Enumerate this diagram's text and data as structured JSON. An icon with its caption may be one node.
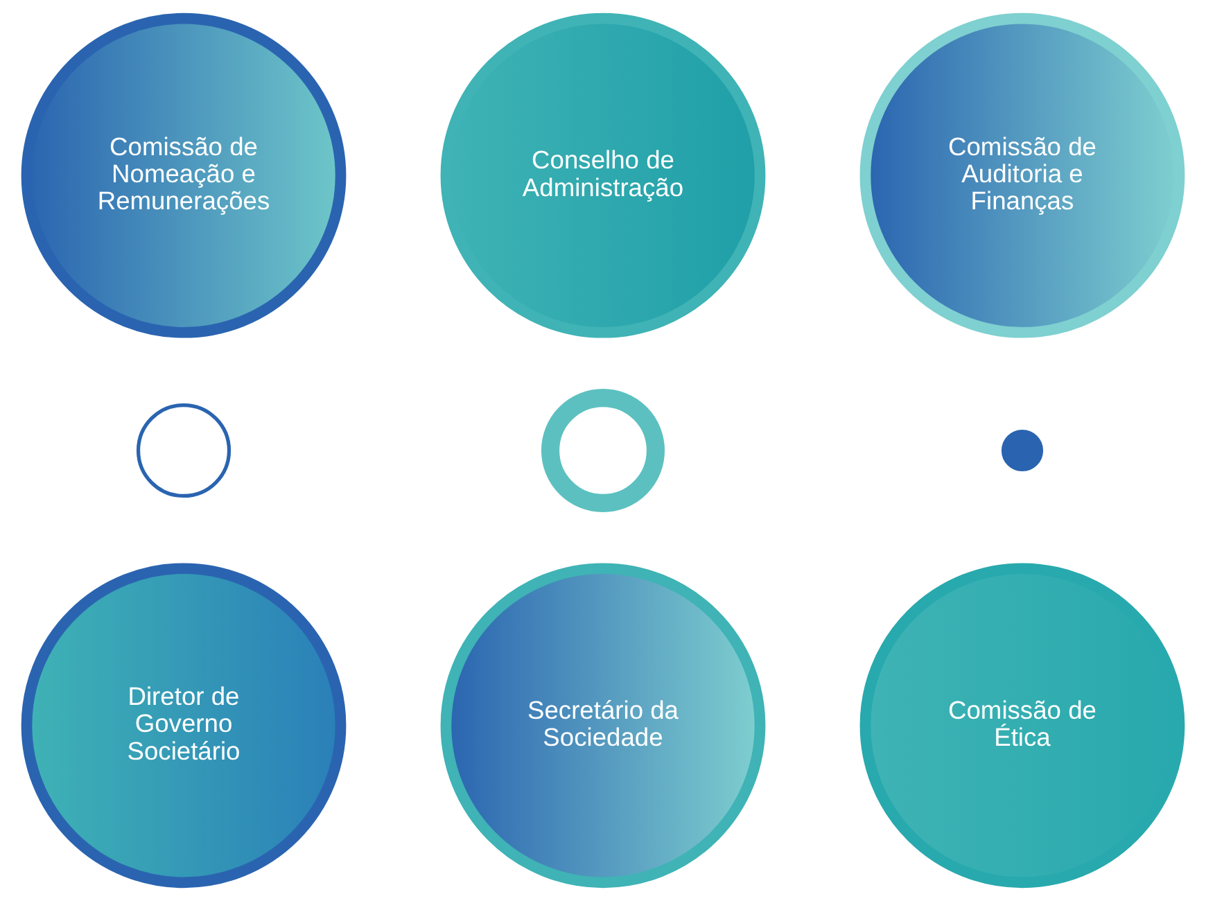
{
  "diagram": {
    "nodes": [
      {
        "text": [
          "Comissão de Nomeação e Remunerações"
        ]
      },
      {
        "text": [
          "Conselho de Administração"
        ]
      },
      {
        "text": [
          "Comissão de Auditoria e Finanças"
        ]
      },
      {
        "text": [],
        "shape": "circle"
      },
      {
        "text": [],
        "shape": "circle"
      },
      {
        "text": [],
        "shape": "circle"
      },
      {
        "text": [
          "Diretor de Governo Societário"
        ]
      },
      {
        "text": [
          "Secretário da Sociedade"
        ]
      },
      {
        "text": [
          "Comissão de Ética"
        ]
      }
    ],
    "edges": []
  }
}
